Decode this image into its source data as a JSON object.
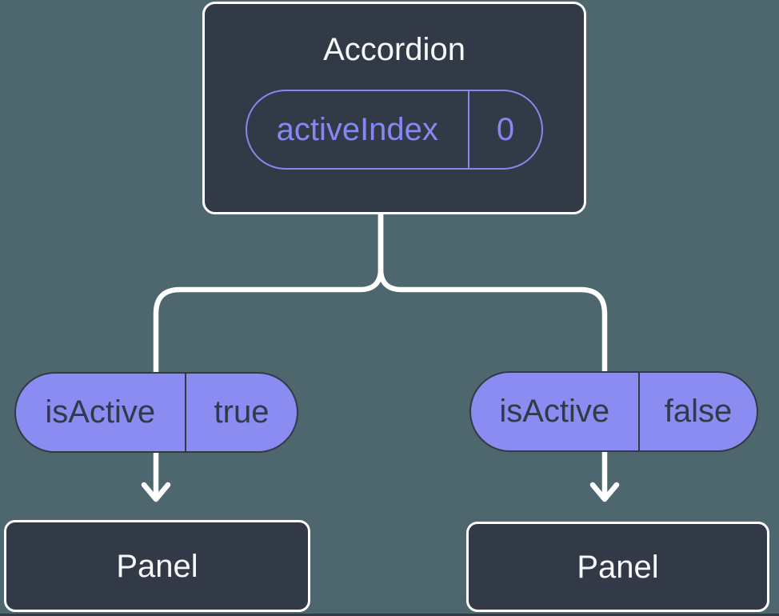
{
  "diagram": {
    "root": {
      "title": "Accordion",
      "state": {
        "label": "activeIndex",
        "value": "0"
      }
    },
    "children": [
      {
        "prop": {
          "label": "isActive",
          "value": "true"
        },
        "node": {
          "title": "Panel"
        }
      },
      {
        "prop": {
          "label": "isActive",
          "value": "false"
        },
        "node": {
          "title": "Panel"
        }
      }
    ],
    "colors": {
      "background": "#4E666D",
      "node_fill": "#333A47",
      "node_border": "#FFFFFF",
      "node_text": "#F7F8FA",
      "pill_fill": "#8A8CF1",
      "accent_purple": "#8589EF",
      "connector": "#FFFFFF"
    }
  }
}
